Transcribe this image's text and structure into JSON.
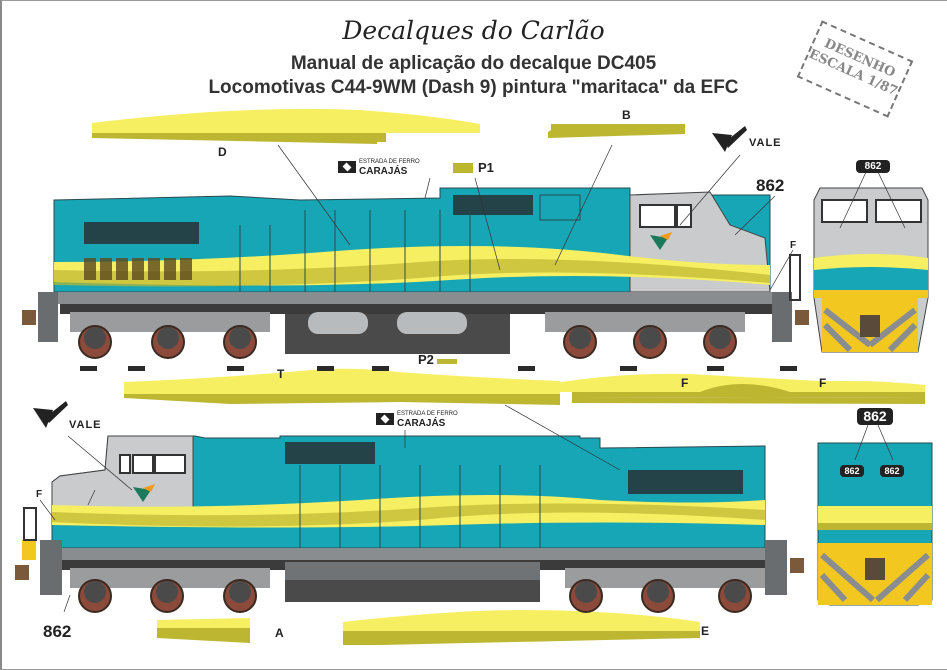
{
  "header": {
    "brand": "Decalques do Carlão",
    "line1": "Manual de aplicação do decalque DC405",
    "line2": "Locomotivas C44-9WM (Dash 9) pintura \"maritaca\" da EFC"
  },
  "stamp": {
    "line1": "DESENHO",
    "line2": "ESCALA 1/87"
  },
  "decal_labels": {
    "D": "D",
    "B": "B",
    "P1": "P1",
    "P2": "P2",
    "T": "T",
    "F_top_front": "F",
    "F_strip_1": "F",
    "F_strip_2": "F",
    "F_bottom": "F",
    "A": "A",
    "E": "E"
  },
  "logos": {
    "vale_top": "VALE",
    "vale_bottom": "VALE",
    "efc_top_line1": "ESTRADA DE FERRO",
    "efc_top_line2": "CARAJÁS",
    "efc_bottom_line1": "ESTRADA DE FERRO",
    "efc_bottom_line2": "CARAJÁS"
  },
  "numbers": {
    "top_cab": "862",
    "top_front_box": "862",
    "bottom_front_box": "862",
    "bottom_side": "862",
    "cab_small_left": "862",
    "cab_small_right": "862"
  },
  "colors": {
    "teal": "#16a6b6",
    "yellow_light": "#f7ef62",
    "yellow_dark": "#bcb631",
    "grey_cab": "#c9cbcc",
    "frame_dark": "#4a4a4a",
    "wheel": "#8c4a3a"
  }
}
